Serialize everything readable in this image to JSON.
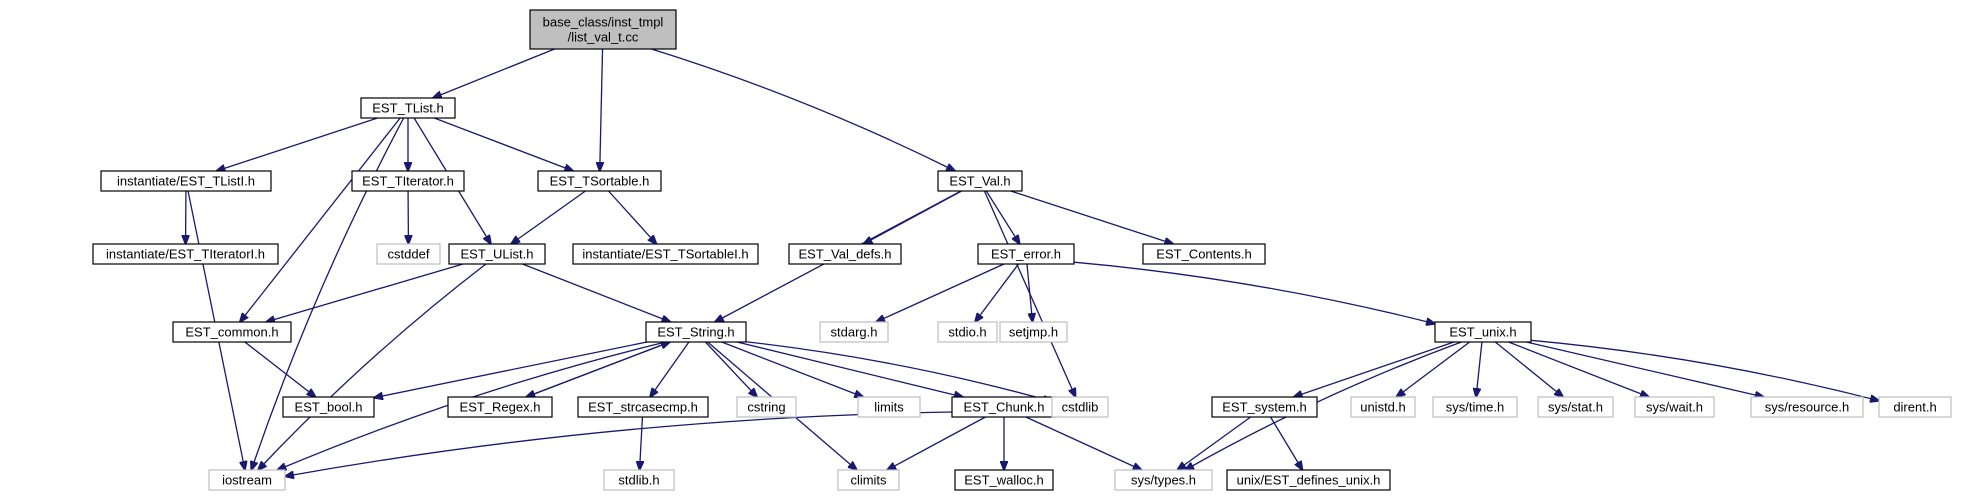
{
  "nodes": [
    {
      "id": "root",
      "lines": [
        "base_class/inst_tmpl",
        "/list_val_t.cc"
      ],
      "kind": "main"
    },
    {
      "id": "tlist",
      "lines": [
        "EST_TList.h"
      ],
      "kind": "local"
    },
    {
      "id": "tsortable",
      "lines": [
        "EST_TSortable.h"
      ],
      "kind": "local"
    },
    {
      "id": "val",
      "lines": [
        "EST_Val.h"
      ],
      "kind": "local"
    },
    {
      "id": "inst_tlisti",
      "lines": [
        "instantiate/EST_TListI.h"
      ],
      "kind": "local"
    },
    {
      "id": "titerator",
      "lines": [
        "EST_TIterator.h"
      ],
      "kind": "local"
    },
    {
      "id": "inst_titeratori",
      "lines": [
        "instantiate/EST_TIteratorI.h"
      ],
      "kind": "local"
    },
    {
      "id": "cstddef",
      "lines": [
        "cstddef"
      ],
      "kind": "sys"
    },
    {
      "id": "ulist",
      "lines": [
        "EST_UList.h"
      ],
      "kind": "local"
    },
    {
      "id": "inst_tsortablei",
      "lines": [
        "instantiate/EST_TSortableI.h"
      ],
      "kind": "local"
    },
    {
      "id": "val_defs",
      "lines": [
        "EST_Val_defs.h"
      ],
      "kind": "local"
    },
    {
      "id": "error",
      "lines": [
        "EST_error.h"
      ],
      "kind": "local"
    },
    {
      "id": "contents",
      "lines": [
        "EST_Contents.h"
      ],
      "kind": "local"
    },
    {
      "id": "common",
      "lines": [
        "EST_common.h"
      ],
      "kind": "local"
    },
    {
      "id": "string",
      "lines": [
        "EST_String.h"
      ],
      "kind": "local"
    },
    {
      "id": "stdarg",
      "lines": [
        "stdarg.h"
      ],
      "kind": "sys"
    },
    {
      "id": "stdio",
      "lines": [
        "stdio.h"
      ],
      "kind": "sys"
    },
    {
      "id": "setjmp",
      "lines": [
        "setjmp.h"
      ],
      "kind": "sys"
    },
    {
      "id": "unix",
      "lines": [
        "EST_unix.h"
      ],
      "kind": "local"
    },
    {
      "id": "bool",
      "lines": [
        "EST_bool.h"
      ],
      "kind": "local"
    },
    {
      "id": "regex",
      "lines": [
        "EST_Regex.h"
      ],
      "kind": "local"
    },
    {
      "id": "strcasecmp",
      "lines": [
        "EST_strcasecmp.h"
      ],
      "kind": "local"
    },
    {
      "id": "cstring",
      "lines": [
        "cstring"
      ],
      "kind": "sys"
    },
    {
      "id": "limits",
      "lines": [
        "limits"
      ],
      "kind": "sys"
    },
    {
      "id": "chunk",
      "lines": [
        "EST_Chunk.h"
      ],
      "kind": "local"
    },
    {
      "id": "cstdlib",
      "lines": [
        "cstdlib"
      ],
      "kind": "sys"
    },
    {
      "id": "system",
      "lines": [
        "EST_system.h"
      ],
      "kind": "local"
    },
    {
      "id": "unistd",
      "lines": [
        "unistd.h"
      ],
      "kind": "sys"
    },
    {
      "id": "systime",
      "lines": [
        "sys/time.h"
      ],
      "kind": "sys"
    },
    {
      "id": "sysstat",
      "lines": [
        "sys/stat.h"
      ],
      "kind": "sys"
    },
    {
      "id": "syswait",
      "lines": [
        "sys/wait.h"
      ],
      "kind": "sys"
    },
    {
      "id": "sysresource",
      "lines": [
        "sys/resource.h"
      ],
      "kind": "sys"
    },
    {
      "id": "dirent",
      "lines": [
        "dirent.h"
      ],
      "kind": "sys"
    },
    {
      "id": "iostream",
      "lines": [
        "iostream"
      ],
      "kind": "sys"
    },
    {
      "id": "stdlib",
      "lines": [
        "stdlib.h"
      ],
      "kind": "sys"
    },
    {
      "id": "climits",
      "lines": [
        "climits"
      ],
      "kind": "sys"
    },
    {
      "id": "walloc",
      "lines": [
        "EST_walloc.h"
      ],
      "kind": "local"
    },
    {
      "id": "systypes",
      "lines": [
        "sys/types.h"
      ],
      "kind": "sys"
    },
    {
      "id": "defines_unix",
      "lines": [
        "unix/EST_defines_unix.h"
      ],
      "kind": "local"
    }
  ],
  "edges": [
    [
      "root",
      "tlist"
    ],
    [
      "root",
      "tsortable"
    ],
    [
      "root",
      "val"
    ],
    [
      "tlist",
      "inst_tlisti"
    ],
    [
      "tlist",
      "titerator"
    ],
    [
      "tlist",
      "tsortable"
    ],
    [
      "tlist",
      "ulist"
    ],
    [
      "tlist",
      "common"
    ],
    [
      "tlist",
      "iostream"
    ],
    [
      "inst_tlisti",
      "inst_titeratori"
    ],
    [
      "inst_tlisti",
      "iostream"
    ],
    [
      "titerator",
      "cstddef"
    ],
    [
      "tsortable",
      "ulist"
    ],
    [
      "tsortable",
      "inst_tsortablei"
    ],
    [
      "ulist",
      "common"
    ],
    [
      "ulist",
      "string"
    ],
    [
      "ulist",
      "iostream"
    ],
    [
      "common",
      "bool"
    ],
    [
      "val",
      "val_defs"
    ],
    [
      "val",
      "error"
    ],
    [
      "val",
      "contents"
    ],
    [
      "val",
      "string"
    ],
    [
      "val",
      "cstdlib"
    ],
    [
      "error",
      "stdarg"
    ],
    [
      "error",
      "stdio"
    ],
    [
      "error",
      "setjmp"
    ],
    [
      "error",
      "unix"
    ],
    [
      "string",
      "bool"
    ],
    [
      "string",
      "regex"
    ],
    [
      "string",
      "strcasecmp"
    ],
    [
      "string",
      "cstring"
    ],
    [
      "string",
      "limits"
    ],
    [
      "string",
      "chunk"
    ],
    [
      "string",
      "cstdlib"
    ],
    [
      "string",
      "climits"
    ],
    [
      "string",
      "iostream"
    ],
    [
      "regex",
      "string"
    ],
    [
      "strcasecmp",
      "stdlib"
    ],
    [
      "chunk",
      "iostream"
    ],
    [
      "chunk",
      "climits"
    ],
    [
      "chunk",
      "walloc"
    ],
    [
      "chunk",
      "systypes"
    ],
    [
      "unix",
      "system"
    ],
    [
      "unix",
      "unistd"
    ],
    [
      "unix",
      "systime"
    ],
    [
      "unix",
      "sysstat"
    ],
    [
      "unix",
      "syswait"
    ],
    [
      "unix",
      "sysresource"
    ],
    [
      "unix",
      "dirent"
    ],
    [
      "unix",
      "systypes"
    ],
    [
      "system",
      "systypes"
    ],
    [
      "system",
      "defines_unix"
    ]
  ]
}
